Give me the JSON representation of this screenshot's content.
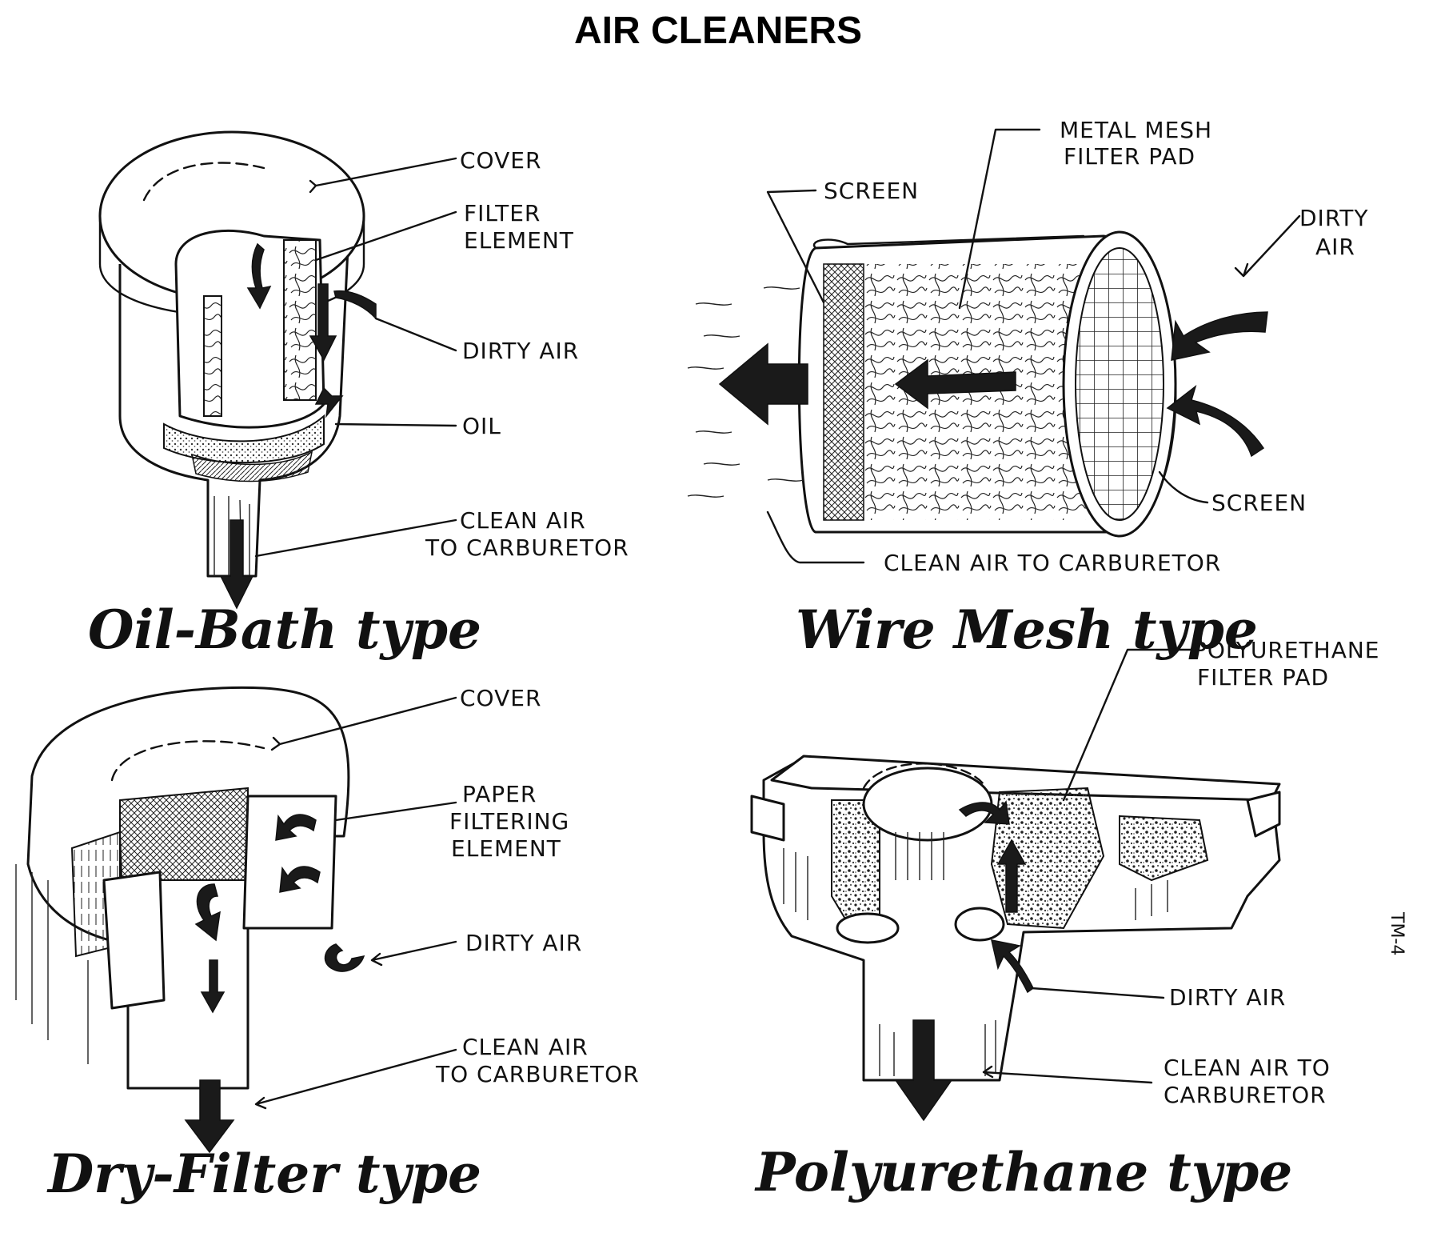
{
  "title": "AIR CLEANERS",
  "code": "TM-4",
  "panels": {
    "oil_bath": {
      "caption": "Oil-Bath type",
      "labels": {
        "cover": "COVER",
        "filter_element_1": "FILTER",
        "filter_element_2": "ELEMENT",
        "dirty_air": "DIRTY AIR",
        "oil": "OIL",
        "clean_air_1": "CLEAN AIR",
        "clean_air_2": "TO CARBURETOR"
      }
    },
    "wire_mesh": {
      "caption": "Wire Mesh type",
      "labels": {
        "metal_mesh_1": "METAL MESH",
        "metal_mesh_2": "FILTER PAD",
        "screen_left": "SCREEN",
        "dirty_air_1": "DIRTY",
        "dirty_air_2": "AIR",
        "screen_right": "SCREEN",
        "clean_air": "CLEAN AIR TO CARBURETOR"
      }
    },
    "dry_filter": {
      "caption": "Dry-Filter type",
      "labels": {
        "cover": "COVER",
        "paper_1": "PAPER",
        "paper_2": "FILTERING",
        "paper_3": "ELEMENT",
        "dirty_air": "DIRTY AIR",
        "clean_air_1": "CLEAN AIR",
        "clean_air_2": "TO CARBURETOR"
      }
    },
    "polyurethane": {
      "caption": "Polyurethane type",
      "labels": {
        "pad_1": "POLYURETHANE",
        "pad_2": "FILTER PAD",
        "dirty_air": "DIRTY AIR",
        "clean_air_1": "CLEAN AIR TO",
        "clean_air_2": "CARBURETOR"
      }
    }
  }
}
